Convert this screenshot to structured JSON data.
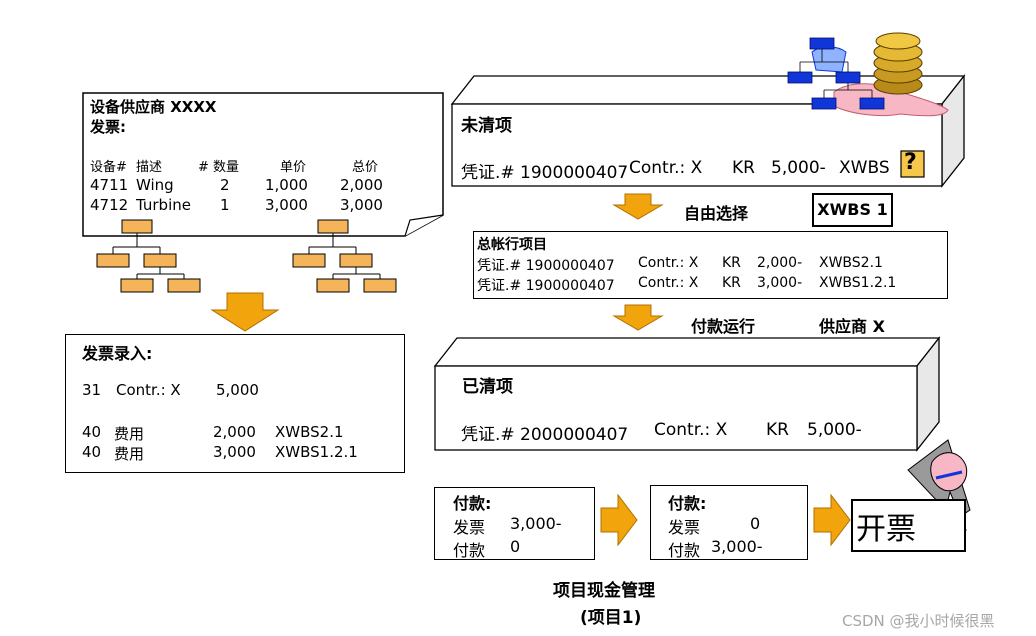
{
  "invoice": {
    "vendor_title": "设备供应商 XXXX",
    "invoice_label": "发票:",
    "headers": [
      "设备#",
      "描述",
      "# 数量",
      "单价",
      "总价"
    ],
    "rows": [
      [
        "4711",
        "Wing",
        "2",
        "1,000",
        "2,000"
      ],
      [
        "4712",
        "Turbine",
        "1",
        "3,000",
        "3,000"
      ]
    ]
  },
  "invoice_entry": {
    "title": "发票录入:",
    "lines": [
      [
        "31",
        "Contr.: X",
        "5,000",
        ""
      ],
      [
        "40",
        "费用",
        "2,000",
        "XWBS2.1"
      ],
      [
        "40",
        "费用",
        "3,000",
        "XWBS1.2.1"
      ]
    ]
  },
  "open_items": {
    "title": "未清项",
    "line": [
      "凭证.# 1900000407",
      "Contr.: X",
      "KR",
      "5,000-",
      "XWBS"
    ],
    "question_icon": "?"
  },
  "free_selection": {
    "label": "自由选择",
    "value_box": "XWBS 1"
  },
  "gl_items": {
    "title": "总帐行项目",
    "rows": [
      [
        "凭证.# 1900000407",
        "Contr.: X",
        "KR",
        "2,000-",
        "XWBS2.1"
      ],
      [
        "凭证.# 1900000407",
        "Contr.: X",
        "KR",
        "3,000-",
        "XWBS1.2.1"
      ]
    ]
  },
  "payment_run": {
    "label": "付款运行",
    "vendor": "供应商 X"
  },
  "cleared_items": {
    "title": "已清项",
    "line": [
      "凭证.# 2000000407",
      "Contr.: X",
      "KR",
      "5,000-"
    ]
  },
  "payment_1": {
    "title": "付款:",
    "invoice_label": "发票",
    "invoice_value": "3,000-",
    "pay_label": "付款",
    "pay_value": "0"
  },
  "payment_2": {
    "title": "付款:",
    "invoice_label": "发票",
    "invoice_value": "0",
    "pay_label": "付款",
    "pay_value": "3,000-"
  },
  "billing": {
    "label": "开票"
  },
  "caption": {
    "line1": "项目现金管理",
    "line2": "(项目1)"
  },
  "watermark": "CSDN @我小时候很黑",
  "colors": {
    "arrow": "#f2a40c",
    "org_box": "#f5b45a",
    "blue_box": "#1136d8",
    "check": "#e0102a"
  }
}
